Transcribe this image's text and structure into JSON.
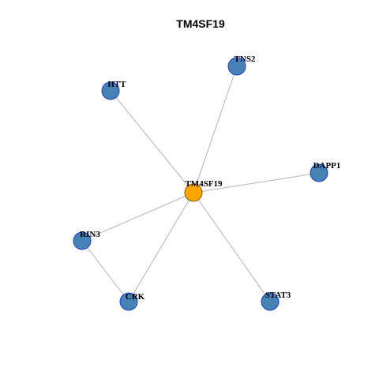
{
  "title": "TM4SF19",
  "colors": {
    "hub_fill": "#FFA500",
    "hub_stroke": "#8B5A00",
    "node_fill": "#4682B4",
    "node_stroke": "#1C3FCF",
    "edge": "#B3B3B3"
  },
  "nodes": [
    {
      "id": "TM4SF19",
      "label": "TM4SF19",
      "role": "hub"
    },
    {
      "id": "TNS2",
      "label": "TNS2",
      "role": "neighbor"
    },
    {
      "id": "HTT",
      "label": "HTT",
      "role": "neighbor"
    },
    {
      "id": "DAPP1",
      "label": "DAPP1",
      "role": "neighbor"
    },
    {
      "id": "RIN3",
      "label": "RIN3",
      "role": "neighbor"
    },
    {
      "id": "CRK",
      "label": "CRK",
      "role": "neighbor"
    },
    {
      "id": "STAT3",
      "label": "STAT3",
      "role": "neighbor"
    }
  ],
  "edges": [
    [
      "TM4SF19",
      "TNS2"
    ],
    [
      "TM4SF19",
      "HTT"
    ],
    [
      "TM4SF19",
      "DAPP1"
    ],
    [
      "TM4SF19",
      "RIN3"
    ],
    [
      "TM4SF19",
      "CRK"
    ],
    [
      "TM4SF19",
      "STAT3"
    ],
    [
      "RIN3",
      "CRK"
    ]
  ]
}
